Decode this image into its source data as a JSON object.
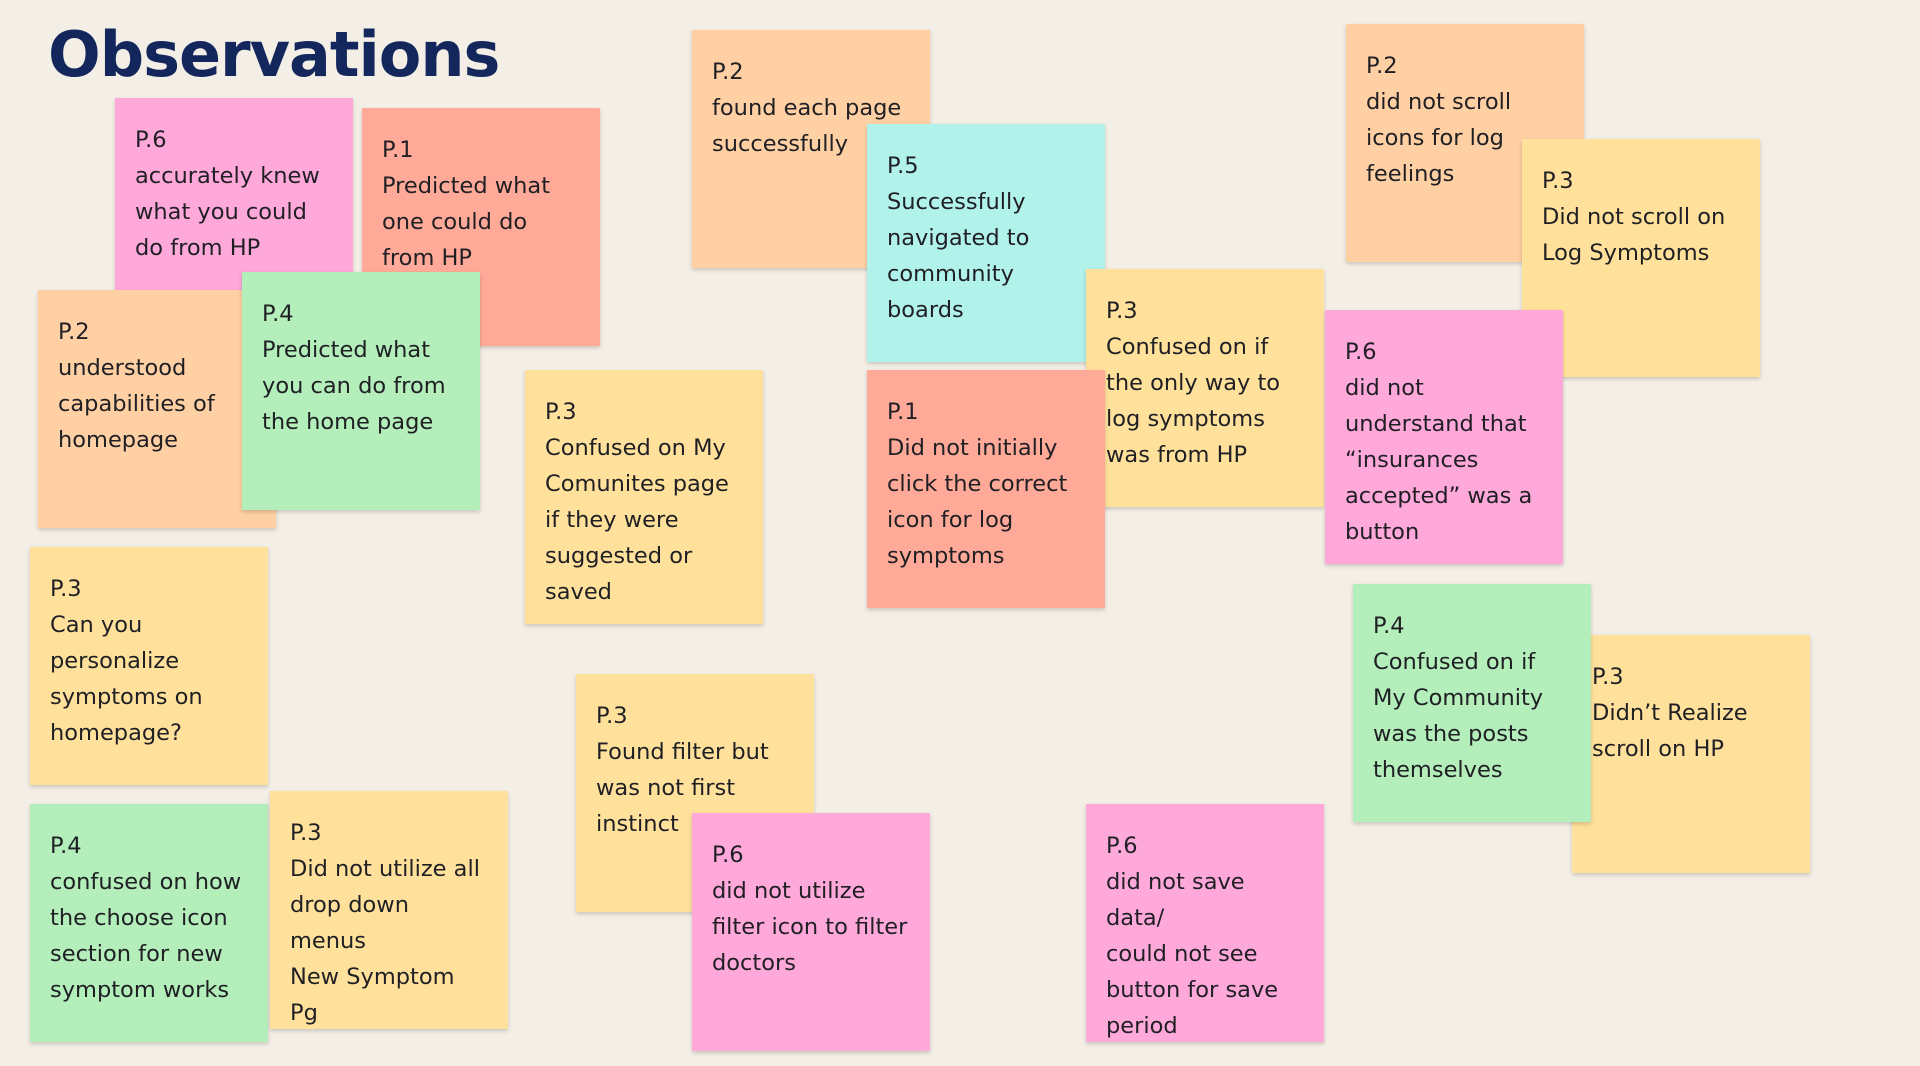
{
  "board": {
    "title": "Observations"
  },
  "colors": {
    "peach": "#ffd0a3",
    "salmon": "#ffaa98",
    "pink": "#ffa8da",
    "green": "#b3eebb",
    "yellow": "#ffe19c",
    "cyan": "#b1f2ea",
    "title": "#14275c",
    "background": "#f4efe6"
  },
  "notes": [
    {
      "pid": "P.2",
      "text": "found each page\nsuccessfully",
      "color": "#ffd0a3"
    },
    {
      "pid": "P.2",
      "text": "did not scroll\nicons for log\nfeelings",
      "color": "#ffd0a3"
    },
    {
      "pid": "P.3",
      "text": "Did not scroll on\nLog Symptoms",
      "color": "#ffe19c"
    },
    {
      "pid": "P.1",
      "text": "Predicted what\none could do\nfrom HP",
      "color": "#ffaa98"
    },
    {
      "pid": "P.6",
      "text": "accurately knew\nwhat you could\ndo from HP",
      "color": "#ffa8da"
    },
    {
      "pid": "P.2",
      "text": "understood\ncapabilities of\nhomepage",
      "color": "#ffd0a3"
    },
    {
      "pid": "P.4",
      "text": "Predicted what\nyou can do from\nthe home page",
      "color": "#b3eebb"
    },
    {
      "pid": "P.5",
      "text": "Successfully\nnavigated to\ncommunity\nboards",
      "color": "#b1f2ea"
    },
    {
      "pid": "P.3",
      "text": "Confused on if\nthe only way to\nlog symptoms\nwas from HP",
      "color": "#ffe19c"
    },
    {
      "pid": "P.6",
      "text": "did not\nunderstand that\n“insurances\naccepted” was a\nbutton",
      "color": "#ffa8da"
    },
    {
      "pid": "P.1",
      "text": "Did not initially\nclick the correct\nicon for log\nsymptoms",
      "color": "#ffaa98"
    },
    {
      "pid": "P.3",
      "text": "Confused on My\nComunites page\nif they were\nsuggested or\nsaved",
      "color": "#ffe19c"
    },
    {
      "pid": "P.3",
      "text": "Can you\npersonalize\nsymptoms on\nhomepage?",
      "color": "#ffe19c"
    },
    {
      "pid": "P.3",
      "text": "Didn’t Realize\nscroll on HP",
      "color": "#ffe19c"
    },
    {
      "pid": "P.4",
      "text": "Confused on if\nMy Community\nwas the posts\nthemselves",
      "color": "#b3eebb"
    },
    {
      "pid": "P.3",
      "text": "Found filter but\nwas not first\ninstinct",
      "color": "#ffe19c"
    },
    {
      "pid": "P.4",
      "text": "confused on how\nthe choose icon\nsection for new\nsymptom works",
      "color": "#b3eebb"
    },
    {
      "pid": "P.3",
      "text": "Did not utilize all\ndrop down menus\nNew Symptom Pg",
      "color": "#ffe19c"
    },
    {
      "pid": "P.6",
      "text": "did not utilize\nfilter icon to filter\ndoctors",
      "color": "#ffa8da"
    },
    {
      "pid": "P.6",
      "text": "did not save data/\ncould not see\nbutton for save\nperiod",
      "color": "#ffa8da"
    }
  ]
}
